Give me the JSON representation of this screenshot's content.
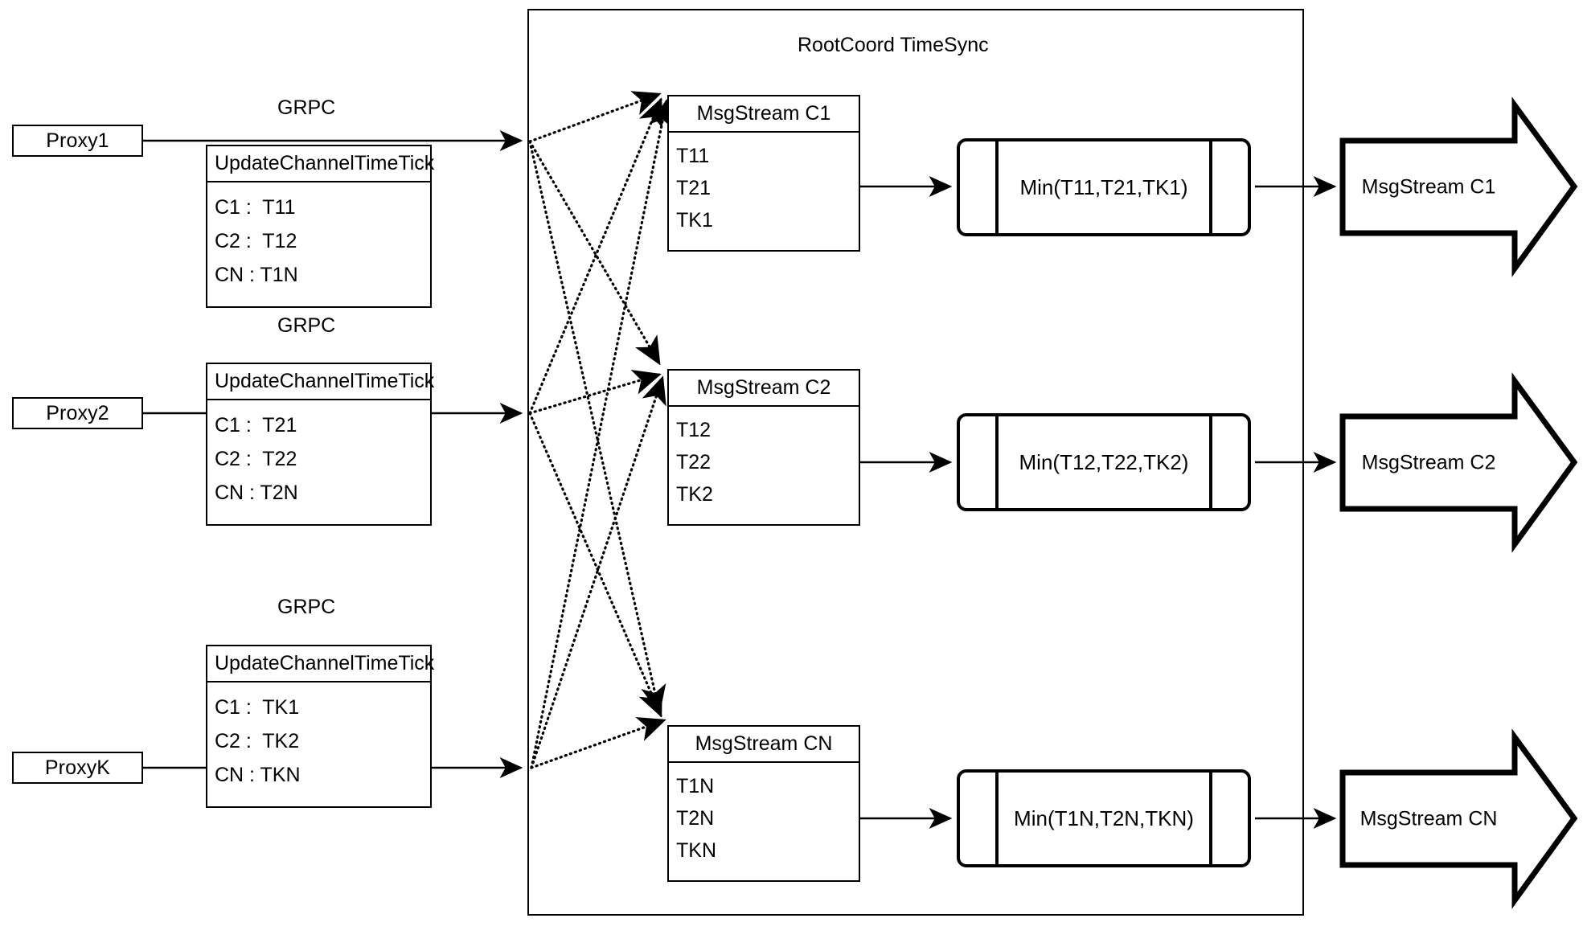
{
  "diagram": {
    "title": "RootCoord TimeSync",
    "container": {
      "label": "RootCoord TimeSync"
    }
  },
  "proxies": [
    {
      "name": "Proxy1",
      "link_label": "GRPC",
      "request": {
        "title": "UpdateChannelTimeTick",
        "rows": [
          "C1 :  T11",
          "C2 :  T12",
          "CN : T1N"
        ]
      }
    },
    {
      "name": "Proxy2",
      "link_label": "GRPC",
      "request": {
        "title": "UpdateChannelTimeTick",
        "rows": [
          "C1 :  T21",
          "C2 :  T22",
          "CN : T2N"
        ]
      }
    },
    {
      "name": "ProxyK",
      "link_label": "GRPC",
      "request": {
        "title": "UpdateChannelTimeTick",
        "rows": [
          "C1 :  TK1",
          "C2 :  TK2",
          "CN : TKN"
        ]
      }
    }
  ],
  "channels": [
    {
      "stream": {
        "title": "MsgStream C1",
        "rows": [
          "T11",
          "T21",
          "TK1"
        ]
      },
      "process": {
        "label": "Min(T11,T21,TK1)"
      },
      "output": {
        "label": "MsgStream C1"
      }
    },
    {
      "stream": {
        "title": "MsgStream C2",
        "rows": [
          "T12",
          "T22",
          "TK2"
        ]
      },
      "process": {
        "label": "Min(T12,T22,TK2)"
      },
      "output": {
        "label": "MsgStream C2"
      }
    },
    {
      "stream": {
        "title": "MsgStream CN",
        "rows": [
          "T1N",
          "T2N",
          "TKN"
        ]
      },
      "process": {
        "label": "Min(T1N,T2N,TKN)"
      },
      "output": {
        "label": "MsgStream CN"
      }
    }
  ],
  "colors": {
    "stroke": "#000000",
    "background": "#ffffff",
    "text": "#000000"
  }
}
